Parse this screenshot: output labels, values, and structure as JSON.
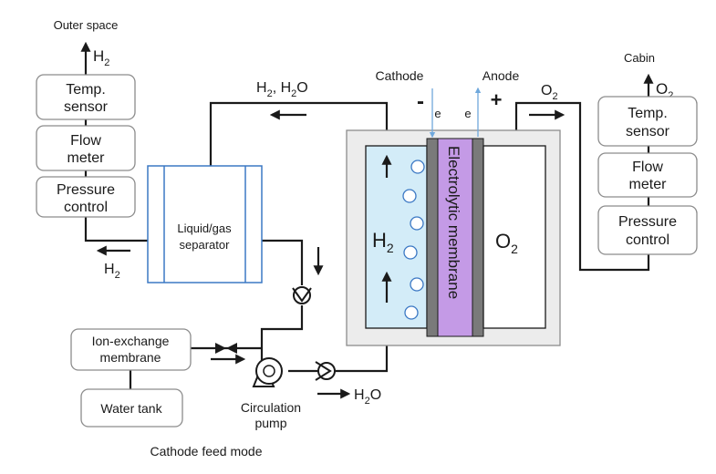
{
  "colors": {
    "pipe": "#1a1a1a",
    "box_border": "#8c8c8c",
    "cell_frame_fill": "#ececec",
    "cathode_fill": "#d3ecf8",
    "separator_border": "#3b78c4",
    "bubble_border": "#3b78c4",
    "membrane_fill": "#c49ae6",
    "electrode_fill": "#7a7a7a",
    "electron_arrow": "#6fa8dc"
  },
  "left_stack": {
    "outer_label": "Outer space",
    "h2_out": "H",
    "h2_sub": "2",
    "temp_sensor": [
      "Temp.",
      "sensor"
    ],
    "flow_meter": [
      "Flow",
      "meter"
    ],
    "pressure_control": [
      "Pressure",
      "control"
    ],
    "h2_label": "H",
    "h2_label_sub": "2"
  },
  "right_stack": {
    "cabin_label": "Cabin",
    "o2_out": "O",
    "o2_sub": "2",
    "temp_sensor": [
      "Temp.",
      "sensor"
    ],
    "flow_meter": [
      "Flow",
      "meter"
    ],
    "pressure_control": [
      "Pressure",
      "control"
    ]
  },
  "separator": {
    "label": [
      "Liquid/gas",
      "separator"
    ]
  },
  "top_line": {
    "label_a": "H",
    "label_a_sub": "2",
    "label_b": ", H",
    "label_b_sub": "2",
    "label_c": "O"
  },
  "cell": {
    "cathode": "Cathode",
    "anode": "Anode",
    "minus": "-",
    "plus": "+",
    "e_left": "e",
    "e_right": "e",
    "h2": "H",
    "h2_sub": "2",
    "o2": "O",
    "o2_sub": "2",
    "membrane": "Electrolytic membrane",
    "o2_top": "O",
    "o2_top_sub": "2"
  },
  "ion_exchange": [
    "Ion-exchange",
    "membrane"
  ],
  "water_tank": "Water tank",
  "pump": [
    "Circulation",
    "pump"
  ],
  "h2o_out": {
    "main": "H",
    "sub": "2",
    "tail": "O"
  },
  "caption": "Cathode feed mode"
}
